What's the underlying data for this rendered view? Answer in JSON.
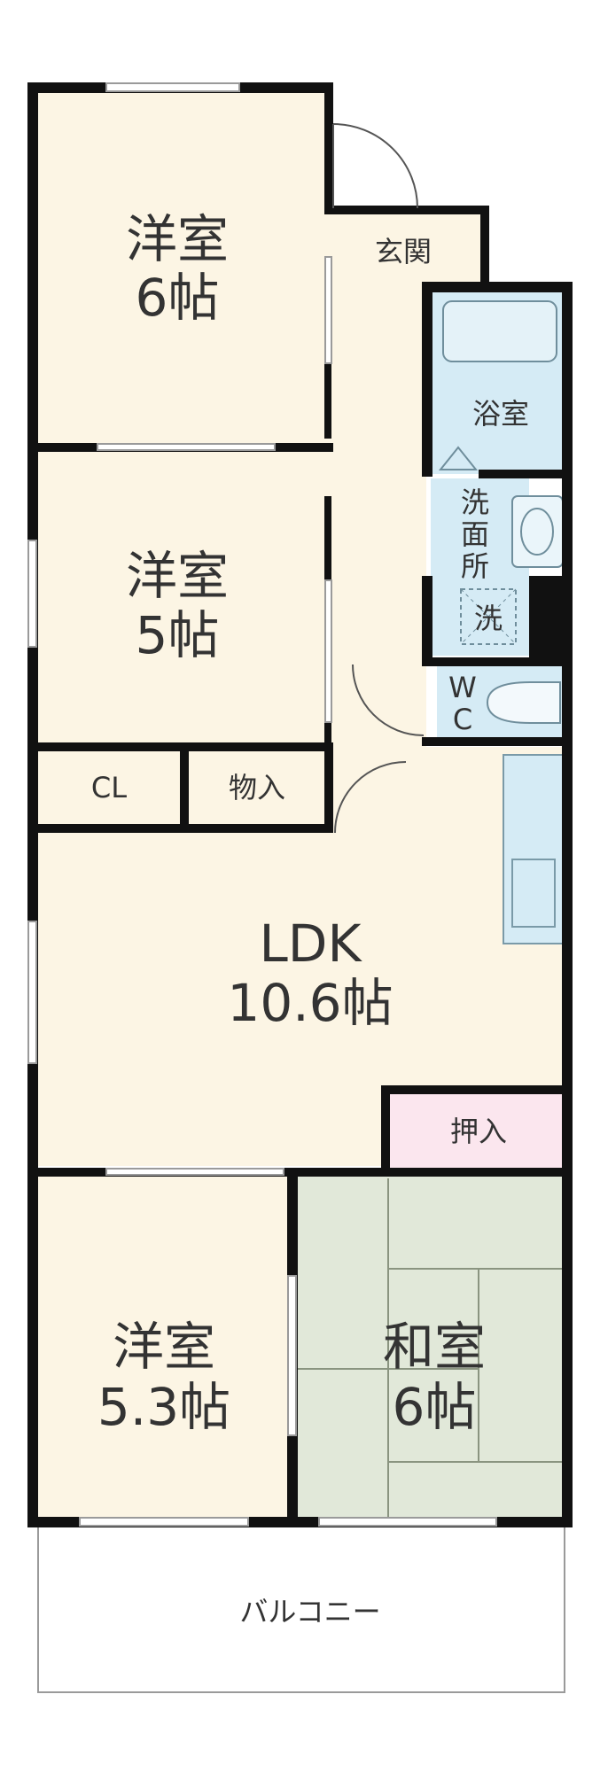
{
  "floor_plan": {
    "colors": {
      "western_room": "#fcf5e4",
      "japanese_room": "#e1e8d9",
      "storage": "#fbe6ee",
      "water_area": "#d5ebf5",
      "wall": "#111111",
      "label": "#333333",
      "window_frame": "#9a9a9a",
      "door_swing": "#555555"
    },
    "rooms": {
      "room_1": {
        "type": "洋室",
        "size": "6帖"
      },
      "room_2": {
        "type": "洋室",
        "size": "5帖"
      },
      "ldk": {
        "type": "LDK",
        "size": "10.6帖"
      },
      "room_3": {
        "type": "洋室",
        "size": "5.3帖"
      },
      "washitsu": {
        "type": "和室",
        "size": "6帖"
      }
    },
    "genkan": "玄関",
    "bath": "浴室",
    "washroom": [
      "洗",
      "面",
      "所"
    ],
    "washer": "洗",
    "wc": [
      "W",
      "C"
    ],
    "closet": "CL",
    "storeroom": "物入",
    "oshiire": "押入",
    "balcony": "バルコニー"
  }
}
